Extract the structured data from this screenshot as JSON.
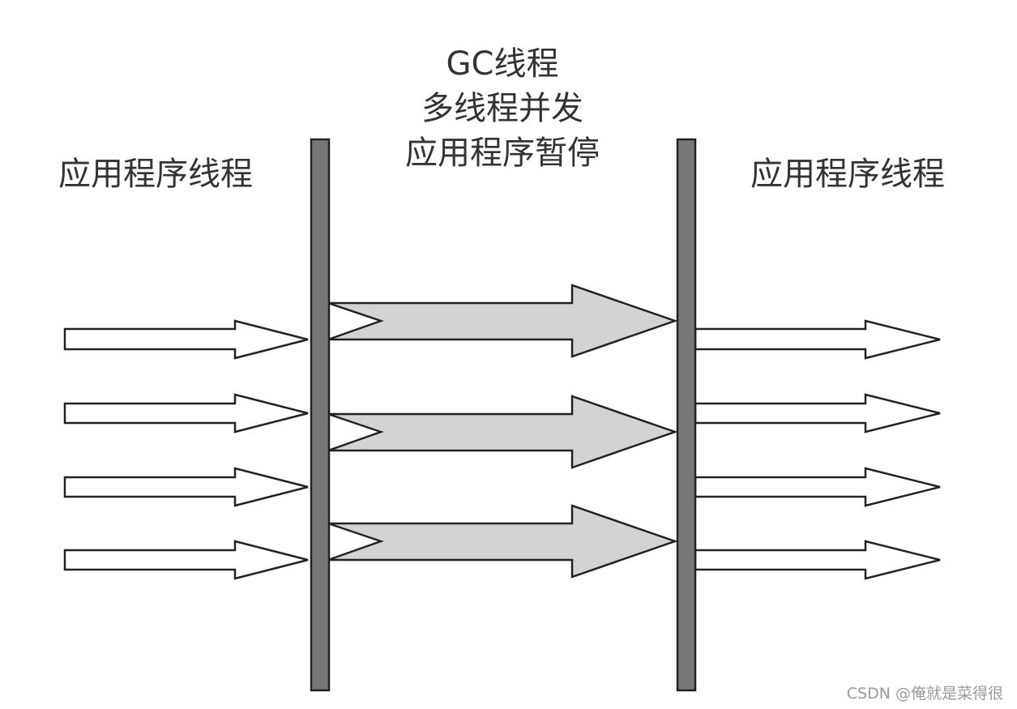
{
  "labels": {
    "left_title": "应用程序线程",
    "center_title": [
      "GC线程",
      "多线程并发",
      "应用程序暂停"
    ],
    "right_title": "应用程序线程"
  },
  "watermark": "CSDN @俺就是菜得很",
  "colors": {
    "bar": "#777777",
    "gc_arrow_fill": "#d3d3d3",
    "app_arrow_fill": "#ffffff",
    "stroke": "#222222"
  },
  "counts": {
    "left_app_threads": 4,
    "gc_threads": 3,
    "right_app_threads": 4
  }
}
